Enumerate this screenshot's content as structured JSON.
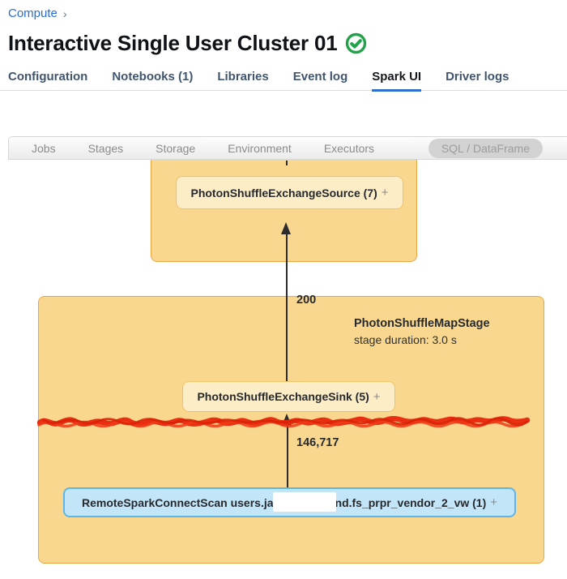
{
  "breadcrumb": {
    "label": "Compute",
    "chevron": "›"
  },
  "header": {
    "title": "Interactive Single User Cluster 01",
    "status_icon": "check-circle-icon",
    "status_color": "#23a24b"
  },
  "tabs": {
    "items": [
      {
        "label": "Configuration",
        "active": false
      },
      {
        "label": "Notebooks (1)",
        "active": false
      },
      {
        "label": "Libraries",
        "active": false
      },
      {
        "label": "Event log",
        "active": false
      },
      {
        "label": "Spark UI",
        "active": true
      },
      {
        "label": "Driver logs",
        "active": false
      }
    ],
    "active_underline_color": "#2e6fd0"
  },
  "spark_ui": {
    "tabs": [
      {
        "label": "Jobs",
        "active": false
      },
      {
        "label": "Stages",
        "active": false
      },
      {
        "label": "Storage",
        "active": false
      },
      {
        "label": "Environment",
        "active": false
      },
      {
        "label": "Executors",
        "active": false
      },
      {
        "label": "SQL / DataFrame",
        "active": true
      }
    ]
  },
  "dag": {
    "upper_stage": {
      "source_node": {
        "label": "PhotonShuffleExchangeSource (7)",
        "expand_label": "+"
      }
    },
    "edge_upper": {
      "rows_label": "200"
    },
    "lower_stage": {
      "name": "PhotonShuffleMapStage",
      "duration": "stage duration: 3.0 s",
      "sink_node": {
        "label": "PhotonShuffleExchangeSink (5)",
        "expand_label": "+"
      },
      "edge": {
        "rows_label": "146,717"
      },
      "scan_node": {
        "prefix": "RemoteSparkConnectScan users.ja",
        "suffix": "nd.fs_prpr_vendor_2_vw (1)",
        "expand_label": "+",
        "redacted": true
      }
    }
  },
  "colors": {
    "breadcrumb_blue": "#2a6bd0",
    "tab_underline_blue": "#2e6fd0",
    "check_green": "#23a24b",
    "stage_fill": "#f9d78f",
    "stage_border": "#eda63f",
    "node_fill": "#fcedc6",
    "node_border": "#f2c267",
    "scan_fill": "#c2e5f8",
    "scan_border": "#5db6e9",
    "arrow_dark": "#2c2c2c",
    "scribble_red": "#e8260d"
  }
}
